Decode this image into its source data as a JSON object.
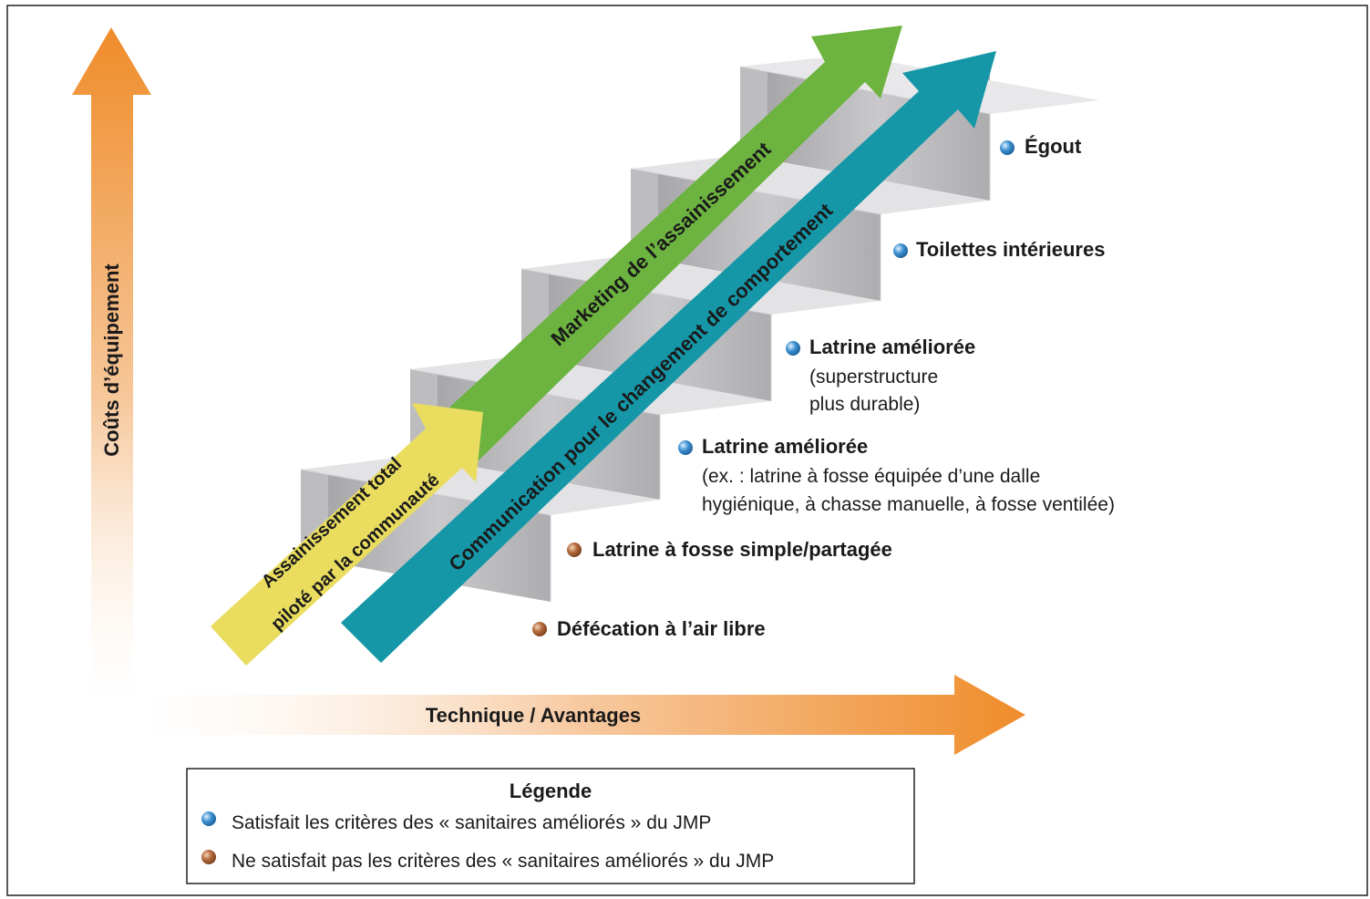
{
  "axes": {
    "y_label": "Coûts d’équipement",
    "x_label": "Technique / Avantages"
  },
  "arrows": {
    "cltc": [
      "Assainissement total",
      "piloté par la communauté"
    ],
    "marketing": "Marketing de l’assainissement",
    "communication": "Communication pour le changement de comportement"
  },
  "steps": [
    {
      "title": "Défécation à l’air libre",
      "details": [],
      "status": "not_improved"
    },
    {
      "title": "Latrine à fosse simple/partagée",
      "details": [],
      "status": "not_improved"
    },
    {
      "title": "Latrine améliorée",
      "details": [
        "(ex. : latrine à fosse équipée d’une dalle",
        "hygiénique, à chasse manuelle, à fosse ventilée)"
      ],
      "status": "improved"
    },
    {
      "title": "Latrine améliorée",
      "details": [
        "(superstructure",
        "plus durable)"
      ],
      "status": "improved"
    },
    {
      "title": "Toilettes intérieures",
      "details": [],
      "status": "improved"
    },
    {
      "title": "Égout",
      "details": [],
      "status": "improved"
    }
  ],
  "legend": {
    "title": "Légende",
    "items": [
      {
        "status": "improved",
        "text": "Satisfait les critères des « sanitaires améliorés » du JMP"
      },
      {
        "status": "not_improved",
        "text": "Ne satisfait pas les critères des « sanitaires améliorés » du JMP"
      }
    ]
  },
  "colors": {
    "orange": "#ef8c2a",
    "green": "#6cb33f",
    "teal": "#1597a8",
    "yellow": "#e9dc5f",
    "improved": "#3b8fd0",
    "not_improved": "#b0683a"
  }
}
